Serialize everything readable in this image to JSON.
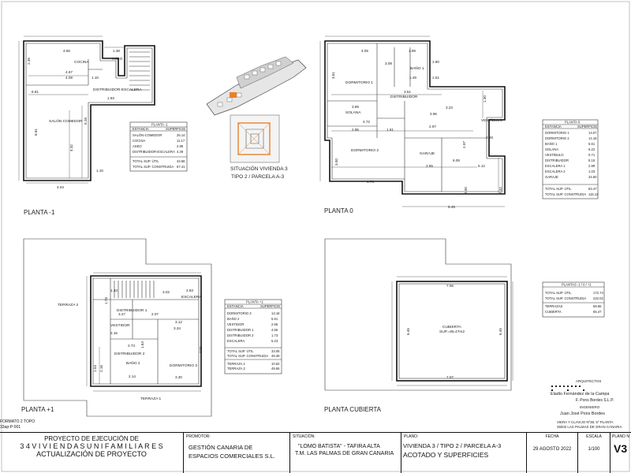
{
  "plans": {
    "planta_m1": {
      "title": "PLANTA -1",
      "rooms": {
        "cocina": "COCINA",
        "aseo": "ASEO",
        "salon": "SALÓN COMEDOR",
        "distribuidor": "DISTRIBUIDOR-ESCALERA"
      },
      "dims": [
        "4.56",
        "1.38",
        "4.67",
        "4.08",
        "1.10",
        "8.61",
        "1.93",
        "2.45",
        "6.81",
        "5.26",
        "4.32",
        "4.04",
        "1.10"
      ],
      "table": {
        "title": "PLANTA -1",
        "headers": [
          "ESTANCIA",
          "SUPERFICIE"
        ],
        "rows": [
          [
            "SALÓN-COMEDOR",
            "25.14"
          ],
          [
            "COCINA",
            "11.17"
          ],
          [
            "ASEO",
            "2.86"
          ],
          [
            "DISTRIBUIDOR-ESCALERA",
            "4.49"
          ]
        ],
        "totals": [
          [
            "TOTAL SUP. ÚTIL",
            "43.66"
          ],
          [
            "TOTAL SUP. CONSTRUIDA",
            "57.41"
          ]
        ]
      }
    },
    "planta_0": {
      "title": "PLANTA 0",
      "rooms": {
        "dorm1": "DORMITORIO 1",
        "dorm2": "DORMITORIO 2",
        "solana": "SOLANA",
        "garaje": "GARAJE",
        "distribuidor": "DISTRIBUIDOR",
        "bano": "BAÑO 1",
        "vestibulo": "VESTÍBULO"
      },
      "dims": [
        "4.05",
        "1.69",
        "3.08",
        "1.49",
        "1.51",
        "1.80",
        "3.51",
        "3.89",
        "3.23",
        "4.96",
        "2.97",
        "2.95",
        "1.51",
        "4.72",
        "2.65",
        "5.12",
        "6.06",
        "2.28",
        "3.00",
        "4.73",
        "8.45",
        "2.00",
        "2.32",
        "3.61",
        "2.97",
        "1.30"
      ],
      "table": {
        "title": "PLANTA 0",
        "headers": [
          "ESTANCIA",
          "SUPERFICIE"
        ],
        "rows": [
          [
            "DORMITORIO 1",
            "13.07"
          ],
          [
            "DORMITORIO 2",
            "14.16"
          ],
          [
            "BAÑO 1",
            "5.61"
          ],
          [
            "SOLANA",
            "6.22"
          ],
          [
            "VESTÍBULO",
            "0.71"
          ],
          [
            "DISTRIBUIDOR",
            "5.15"
          ],
          [
            "ESCALERA 1",
            "2.99"
          ],
          [
            "ESCALERA 2",
            "1.03"
          ],
          [
            "GARAJE",
            "34.50"
          ]
        ],
        "totals": [
          [
            "TOTAL SUP. ÚTIL",
            "83.47"
          ],
          [
            "TOTAL SUP. CONSTRUIDA",
            "115.13"
          ]
        ]
      }
    },
    "planta_p1": {
      "title": "PLANTA +1",
      "rooms": {
        "terraza2": "TERRAZA 2",
        "terraza1": "TERRAZA 1",
        "dist1": "DISTRIBUIDOR 1",
        "dist2": "DISTRIBUIDOR 2",
        "vestidor": "VESTIDOR",
        "dorm3": "DORMITORIO 3",
        "bano2": "BAÑO 2",
        "escalera": "ESCALERA"
      },
      "dims": [
        "1.33",
        "3.02",
        "2.93",
        "1.73",
        "3.27",
        "2.07",
        "3.12",
        "3.34",
        "2.16",
        "4.01",
        "1.64",
        "2.73",
        "2.14",
        "3.30",
        "2.16",
        "1.53"
      ],
      "table": {
        "title": "PLANTA +1",
        "headers": [
          "ESTANCIA",
          "SUPERFICIE"
        ],
        "rows": [
          [
            "DORMITORIO 3",
            "13.18"
          ],
          [
            "BAÑO 2",
            "5.61"
          ],
          [
            "VESTIDOR",
            "2.65"
          ],
          [
            "DISTRIBUIDOR 1",
            "4.66"
          ],
          [
            "DISTRIBUIDOR 2",
            "1.73"
          ],
          [
            "ESCALERA",
            "5.23"
          ]
        ],
        "totals": [
          [
            "TOTAL SUP. ÚTIL",
            "33.06"
          ],
          [
            "TOTAL SUP. CONSTRUIDA",
            "49.39"
          ],
          [
            "TERRAZA 1",
            "10.62"
          ],
          [
            "TERRAZA 2",
            "49.56"
          ]
        ]
      }
    },
    "planta_cubierta": {
      "title": "PLANTA CUBIERTA",
      "room": "CUBIERTA",
      "room_sup": "SUP.=65.47m2",
      "dims": [
        "7.06",
        "7.07",
        "6.45",
        "6.45"
      ],
      "table": {
        "title": "PLANTAS -1 / 0 / +1",
        "rows": [
          [
            "TOTAL SUP. ÚTIL",
            "172.74"
          ],
          [
            "TOTAL SUP. CONSTRUIDA",
            "222.02"
          ],
          [
            "TERRAZAS",
            "59.66"
          ],
          [
            "CUBIERTA",
            "65.47"
          ]
        ]
      }
    }
  },
  "situacion": {
    "line1": "SITUACIÓN VIVIENDA 3",
    "line2": "TIPO 2 / PARCELA A-3"
  },
  "arquitectos": {
    "label": "ARQUITECTOS",
    "line1": "Eladio Fernández de la Campa",
    "line2": "F. Pons Bordes S.L.P.",
    "label2": "INGENIERO",
    "line3": "Juan José Pons Bordes",
    "addr1": "VIERA Y CLAVIJO Nº38,  5º PLANTA",
    "addr2": "35002 LAS PALMAS DE GRAN CANARIA"
  },
  "titleblock": {
    "formato": "FORMATO 2 TOPO",
    "code": "33ap-P-001",
    "project_l1": "PROYECTO DE EJECUCIÓN DE",
    "project_l2": "3 4   V I V I E N D A S   U N I F A M I L I A R E S",
    "project_l3": "ACTUALIZACIÓN DE PROYECTO",
    "promotor_label": "PROMOTOR:",
    "promotor_l1": "GESTIÓN CANARIA DE",
    "promotor_l2": "ESPACIOS COMERCIALES S.L.",
    "situacion_label": "SITUACIÓN:",
    "situacion_l1": "\"LOMO BATISTA\" - TAFIRA ALTA",
    "situacion_l2": "T.M. LAS PALMAS DE GRAN CANARIA",
    "plano_label": "PLANO:",
    "plano_l1": "VIVIENDA 3 / TIPO 2 / PARCELA A-3",
    "plano_l2": "ACOTADO Y SUPERFICIES",
    "fecha_label": "FECHA",
    "fecha": "29 AGOSTO 2022",
    "escala_label": "ESCALA",
    "escala": "1/100",
    "plano_n_label": "PLANO N",
    "plano_n": "V3"
  },
  "colors": {
    "ink": "#111111",
    "highlight": "#e8822a"
  }
}
